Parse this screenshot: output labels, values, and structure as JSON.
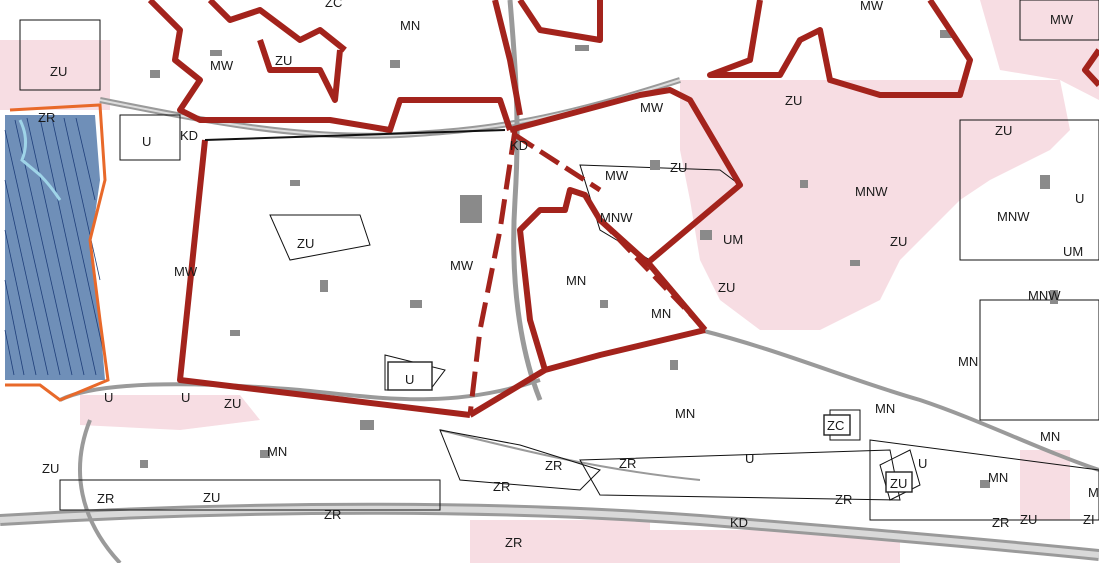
{
  "map": {
    "colors": {
      "background": "#ffffff",
      "pink_zone": "#f7dde3",
      "water_fill": "#6f8fb8",
      "water_lines": "#1f3f7a",
      "boundary_red": "#a3231c",
      "orange_line": "#e8692a",
      "building": "#8a8a8a",
      "road": "#9a9a9a",
      "plot_line": "#111111"
    },
    "zone_labels": [
      {
        "id": "zu-nw",
        "text": "ZU"
      },
      {
        "id": "zc-top",
        "text": "ZC"
      },
      {
        "id": "mn-top",
        "text": "MN"
      },
      {
        "id": "mw-top-right",
        "text": "MW"
      },
      {
        "id": "mw-far-right",
        "text": "MW"
      },
      {
        "id": "mw-north",
        "text": "MW"
      },
      {
        "id": "zu-north",
        "text": "ZU"
      },
      {
        "id": "zr-left",
        "text": "ZR"
      },
      {
        "id": "u-left",
        "text": "U"
      },
      {
        "id": "kd-left",
        "text": "KD"
      },
      {
        "id": "kd-center",
        "text": "KD"
      },
      {
        "id": "mw-center-top",
        "text": "MW"
      },
      {
        "id": "zu-center-top",
        "text": "ZU"
      },
      {
        "id": "mw-center",
        "text": "MW"
      },
      {
        "id": "mnw-center",
        "text": "MNW"
      },
      {
        "id": "zu-east-top",
        "text": "ZU"
      },
      {
        "id": "zu-east",
        "text": "ZU"
      },
      {
        "id": "mnw-east",
        "text": "MNW"
      },
      {
        "id": "u-far-east",
        "text": "U"
      },
      {
        "id": "mnw-far-east",
        "text": "MNW"
      },
      {
        "id": "um-far-east",
        "text": "UM"
      },
      {
        "id": "um-east",
        "text": "UM"
      },
      {
        "id": "zu-east-mid",
        "text": "ZU"
      },
      {
        "id": "zu-mid-east",
        "text": "ZU"
      },
      {
        "id": "mw-west",
        "text": "MW"
      },
      {
        "id": "zu-west",
        "text": "ZU"
      },
      {
        "id": "mw-mid",
        "text": "MW"
      },
      {
        "id": "mn-mid",
        "text": "MN"
      },
      {
        "id": "mn-mid-south",
        "text": "MN"
      },
      {
        "id": "mnw-right",
        "text": "MNW"
      },
      {
        "id": "mn-right",
        "text": "MN"
      },
      {
        "id": "u-plot",
        "text": "U"
      },
      {
        "id": "u-sw",
        "text": "U"
      },
      {
        "id": "u-sw2",
        "text": "U"
      },
      {
        "id": "zu-sw",
        "text": "ZU"
      },
      {
        "id": "mn-south",
        "text": "MN"
      },
      {
        "id": "zc-south",
        "text": "ZC"
      },
      {
        "id": "mn-south-east",
        "text": "MN"
      },
      {
        "id": "mn-far-south-east",
        "text": "MN"
      },
      {
        "id": "zu-far-west",
        "text": "ZU"
      },
      {
        "id": "mn-south-west",
        "text": "MN"
      },
      {
        "id": "zr-south-1",
        "text": "ZR"
      },
      {
        "id": "zr-south-2",
        "text": "ZR"
      },
      {
        "id": "u-south",
        "text": "U"
      },
      {
        "id": "u-south-east",
        "text": "U"
      },
      {
        "id": "zu-south-east",
        "text": "ZU"
      },
      {
        "id": "mn-se",
        "text": "MN"
      },
      {
        "id": "zr-sw",
        "text": "ZR"
      },
      {
        "id": "zu-sw-small",
        "text": "ZU"
      },
      {
        "id": "zr-south-3",
        "text": "ZR"
      },
      {
        "id": "zr-south-4",
        "text": "ZR"
      },
      {
        "id": "zr-south-5",
        "text": "ZR"
      },
      {
        "id": "kd-south",
        "text": "KD"
      },
      {
        "id": "zr-bottom",
        "text": "ZR"
      },
      {
        "id": "zr-se",
        "text": "ZR"
      },
      {
        "id": "zu-se-edge",
        "text": "ZU"
      },
      {
        "id": "m-edge",
        "text": "M"
      },
      {
        "id": "zi-edge",
        "text": "ZI"
      }
    ]
  }
}
